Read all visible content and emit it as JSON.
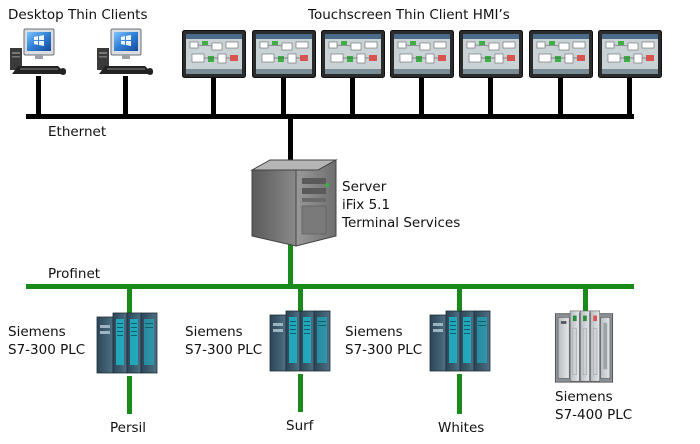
{
  "labels": {
    "desktop_clients": "Desktop Thin Clients",
    "touchscreen_clients": "Touchscreen Thin Client HMI’s",
    "ethernet": "Ethernet",
    "profinet": "Profinet",
    "server": [
      "Server",
      "iFix 5.1",
      "Terminal Services"
    ]
  },
  "plcs": [
    {
      "model": [
        "Siemens",
        "S7-300 PLC"
      ],
      "name": "Persil"
    },
    {
      "model": [
        "Siemens",
        "S7-300 PLC"
      ],
      "name": "Surf"
    },
    {
      "model": [
        "Siemens",
        "S7-300 PLC"
      ],
      "name": "Whites"
    },
    {
      "model": [
        "Siemens",
        "S7-400 PLC"
      ],
      "name": ""
    }
  ],
  "colors": {
    "ethernet_line": "#000000",
    "profinet_line": "#1a8a1a",
    "monitor_frame": "#2b2b2b",
    "screen_blue": "#2f7fd6",
    "server_body": "#8c8c8c",
    "plc_body": "#3c5a6e",
    "plc_accent": "#1fb5c8"
  }
}
